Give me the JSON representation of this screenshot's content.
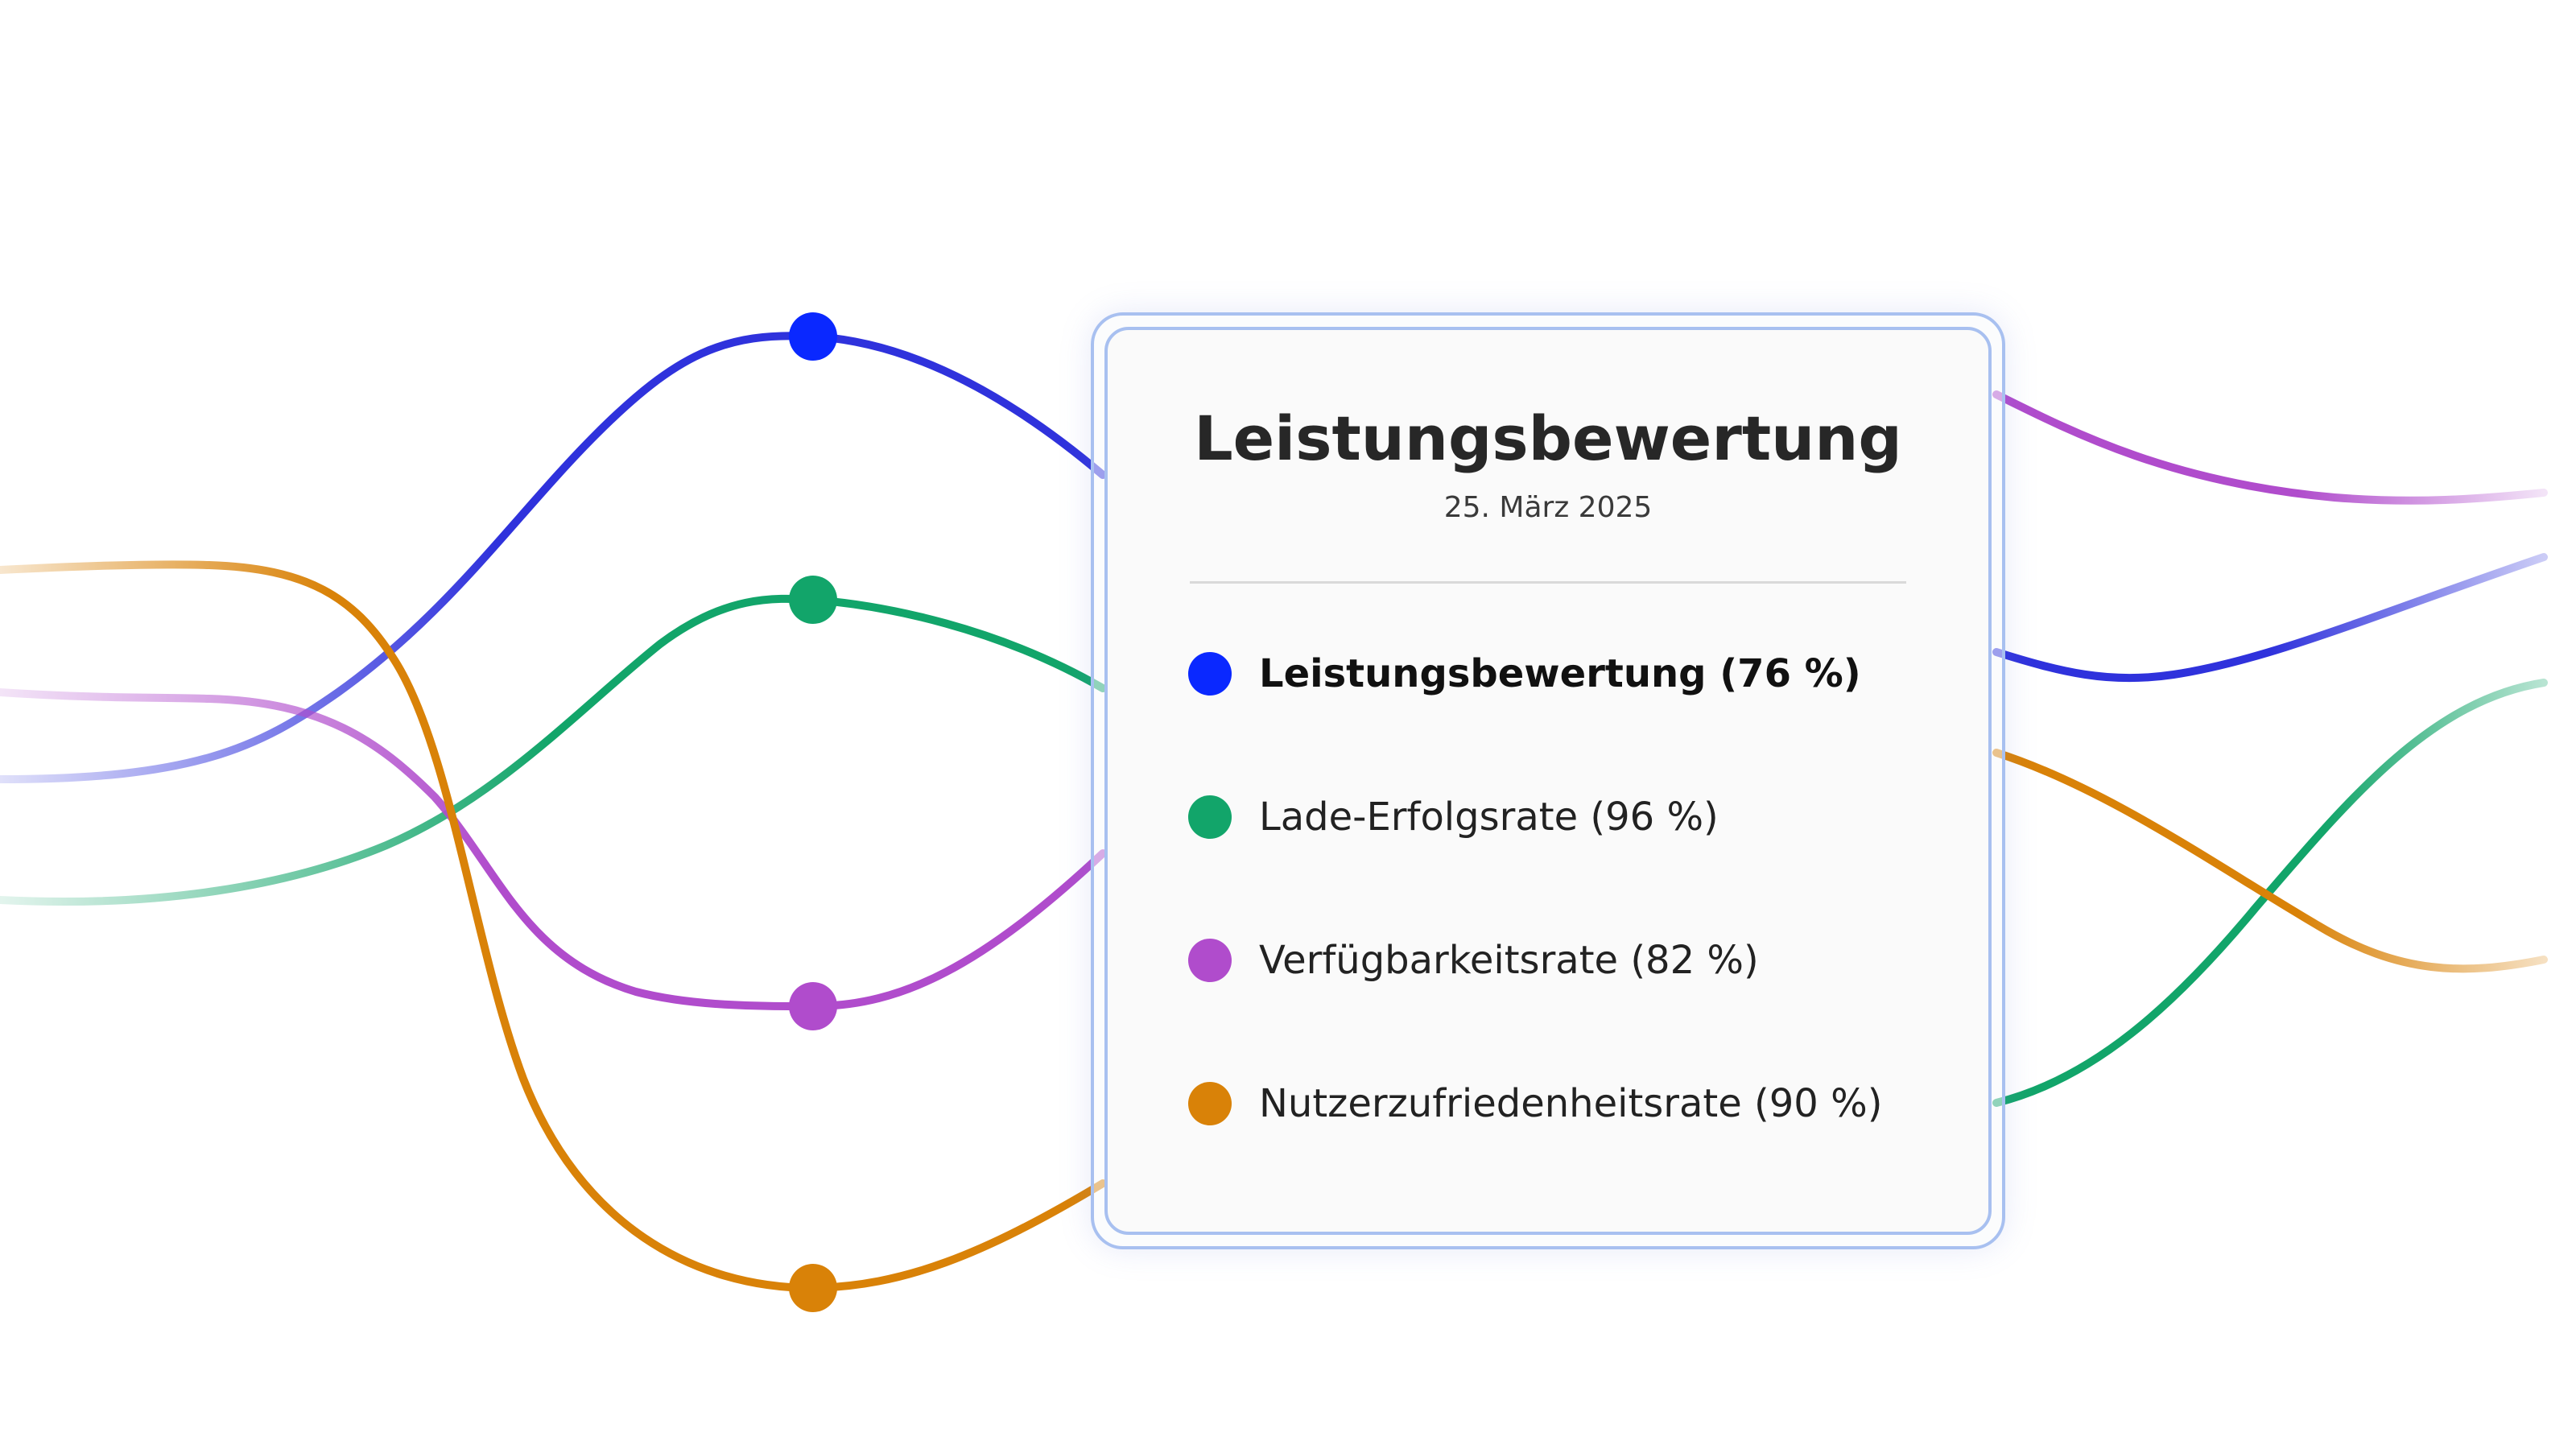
{
  "chart_data": {
    "type": "line",
    "tooltip": {
      "title": "Leistungsbewertung",
      "date": "25. März 2025",
      "items": [
        {
          "label": "Leistungsbewertung (76 %)",
          "color": "#0a28ff",
          "active": true
        },
        {
          "label": "Lade-Erfolgsrate (96 %)",
          "color": "#12a56a",
          "active": false
        },
        {
          "label": "Verfügbarkeitsrate (82 %)",
          "color": "#b04ccc",
          "active": false
        },
        {
          "label": "Nutzerzufriedenheitsrate (90 %)",
          "color": "#d98208",
          "active": false
        }
      ]
    },
    "series": [
      {
        "name": "Leistungsbewertung",
        "color": "#2f32dc",
        "marker_color": "#0a28ff",
        "marker_value": 76
      },
      {
        "name": "Lade-Erfolgsrate",
        "color": "#12a56a",
        "marker_color": "#12a56a",
        "marker_value": 96
      },
      {
        "name": "Verfügbarkeitsrate",
        "color": "#b04ccc",
        "marker_color": "#b04ccc",
        "marker_value": 82
      },
      {
        "name": "Nutzerzufriedenheitsrate",
        "color": "#d98208",
        "marker_color": "#d98208",
        "marker_value": 90
      }
    ],
    "grid": false,
    "legend": "tooltip"
  }
}
